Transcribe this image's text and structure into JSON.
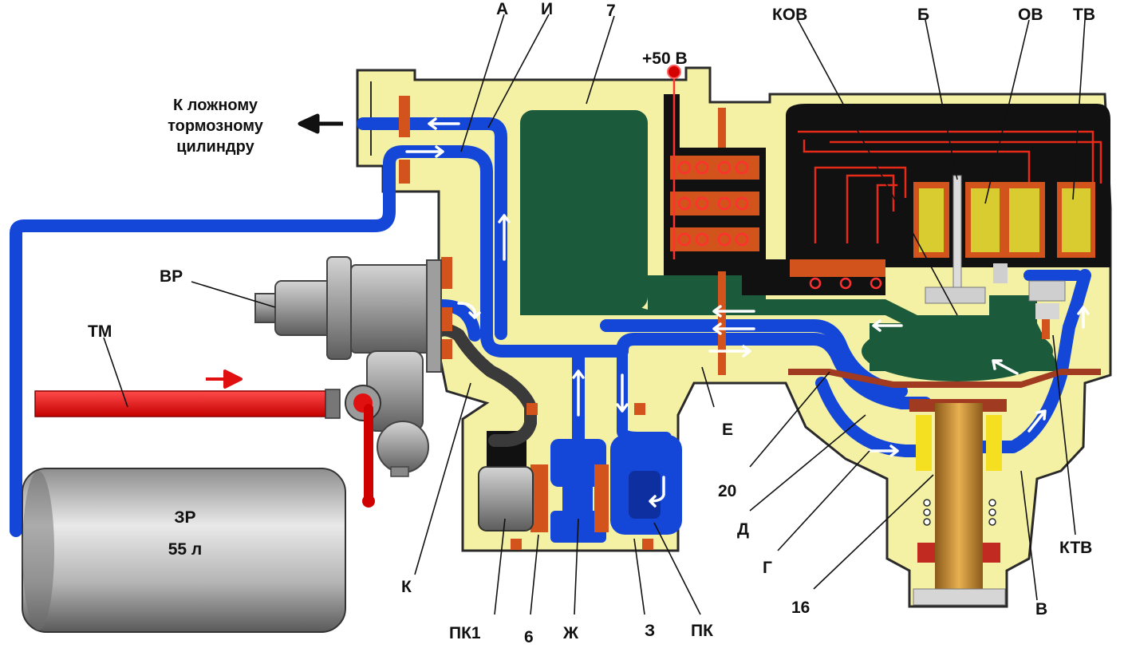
{
  "labels": {
    "a": "А",
    "i": "И",
    "seven": "7",
    "kov": "КОВ",
    "b": "Б",
    "ov": "ОВ",
    "tv": "ТВ",
    "voltage": "+50 В",
    "vr": "ВР",
    "tm": "ТМ",
    "e": "Е",
    "twenty": "20",
    "d": "Д",
    "g": "Г",
    "sixteen": "16",
    "v": "В",
    "ktv": "КТВ",
    "k": "К",
    "pk1": "ПК1",
    "six": "6",
    "zh": "Ж",
    "three": "З",
    "pk": "ПК"
  },
  "caption": {
    "line1": "К ложному",
    "line2": "тормозному",
    "line3": "цилиндру"
  },
  "reservoir": {
    "name": "ЗР",
    "volume": "55 л"
  },
  "colors": {
    "body": "#f4f1a4",
    "air": "#1446d8",
    "brake_pipe": "#e41414",
    "chamber": "#1c5a3c",
    "black": "#111111",
    "gasket": "#d2541c"
  }
}
